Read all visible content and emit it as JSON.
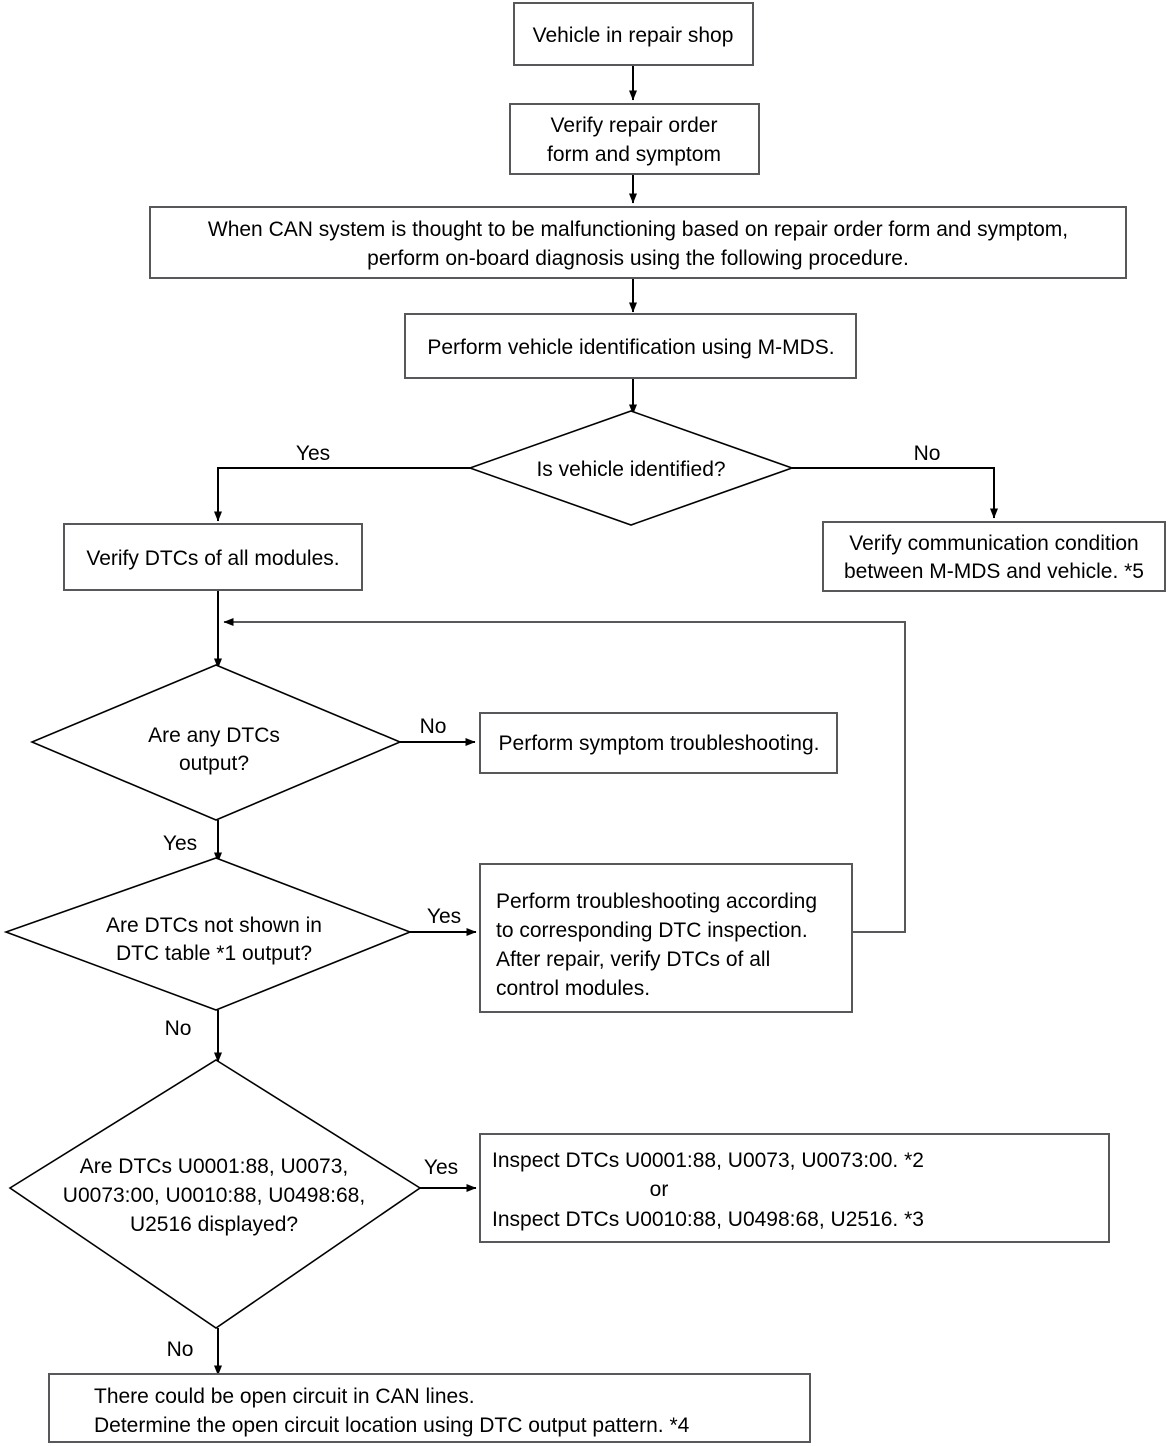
{
  "diagram": {
    "title": "CAN system on-board diagnostic flowchart",
    "type": "flowchart",
    "background_color": "#ffffff",
    "box_stroke_color": "#58585a",
    "diamond_stroke_color": "#000000",
    "text_color": "#000000"
  },
  "nodes": {
    "vehicle_in_shop": {
      "shape": "box",
      "lines": [
        "Vehicle in repair shop"
      ]
    },
    "verify_repair_order": {
      "shape": "box",
      "lines": [
        "Verify repair order",
        "form and symptom"
      ]
    },
    "can_malfunction_note": {
      "shape": "box",
      "lines": [
        "When CAN system is thought to be malfunctioning based on repair order form and symptom,",
        "perform on-board diagnosis using the following procedure."
      ]
    },
    "vehicle_identification": {
      "shape": "box",
      "lines": [
        "Perform vehicle identification using M-MDS."
      ]
    },
    "is_vehicle_identified": {
      "shape": "diamond",
      "lines": [
        "Is vehicle identified?"
      ]
    },
    "verify_dtcs_all_modules": {
      "shape": "box",
      "lines": [
        "Verify DTCs of all modules."
      ]
    },
    "verify_communication": {
      "shape": "box",
      "lines": [
        "Verify communication condition",
        "between M-MDS and vehicle. *5"
      ]
    },
    "any_dtcs_output": {
      "shape": "diamond",
      "lines": [
        "Are any DTCs",
        "output?"
      ]
    },
    "symptom_troubleshooting": {
      "shape": "box",
      "lines": [
        "Perform symptom troubleshooting."
      ]
    },
    "dtcs_not_in_table": {
      "shape": "diamond",
      "lines": [
        "Are DTCs not shown in",
        "DTC table *1 output?"
      ]
    },
    "perform_troubleshooting": {
      "shape": "box",
      "lines": [
        "Perform troubleshooting according",
        "to corresponding DTC inspection.",
        "After repair, verify DTCs of all",
        "control modules."
      ]
    },
    "specific_dtcs_displayed": {
      "shape": "diamond",
      "lines": [
        "Are DTCs U0001:88, U0073,",
        "U0073:00, U0010:88, U0498:68,",
        "U2516 displayed?"
      ]
    },
    "inspect_dtcs": {
      "shape": "box",
      "lines": [
        "Inspect DTCs U0001:88, U0073, U0073:00.  *2",
        "or",
        "Inspect DTCs U0010:88, U0498:68, U2516.  *3"
      ]
    },
    "open_circuit": {
      "shape": "box",
      "lines": [
        "There could be open circuit in CAN lines.",
        "Determine the open circuit location using DTC output pattern.   *4"
      ]
    }
  },
  "edge_labels": {
    "identified_yes": "Yes",
    "identified_no": "No",
    "any_dtcs_no": "No",
    "any_dtcs_yes": "Yes",
    "not_in_table_yes": "Yes",
    "not_in_table_no": "No",
    "specific_dtcs_yes": "Yes",
    "specific_dtcs_no": "No"
  }
}
